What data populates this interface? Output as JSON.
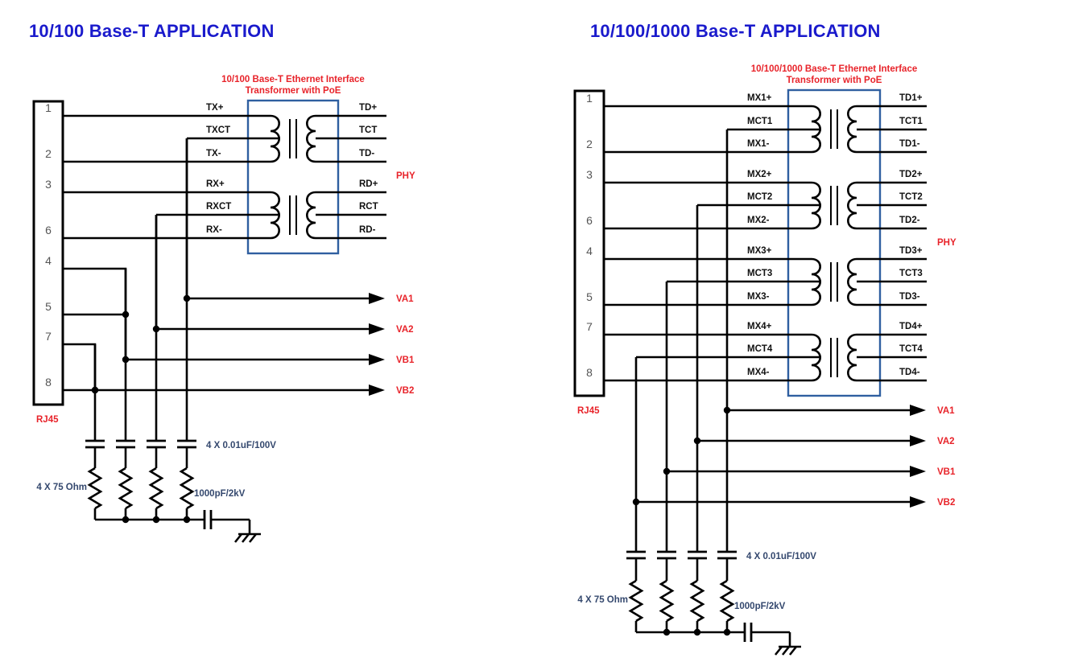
{
  "left": {
    "title": "10/100  Base-T  APPLICATION",
    "transformer_title": [
      "10/100 Base-T Ethernet Interface",
      "Transformer with PoE"
    ],
    "connector_label": "RJ45",
    "phy_label": "PHY",
    "rj45_pins": [
      "1",
      "2",
      "3",
      "6",
      "4",
      "5",
      "7",
      "8"
    ],
    "line_side_labels": [
      "TX+",
      "TXCT",
      "TX-",
      "RX+",
      "RXCT",
      "RX-"
    ],
    "phy_side_labels": [
      "TD+",
      "TCT",
      "TD-",
      "RD+",
      "RCT",
      "RD-"
    ],
    "outputs": [
      "VA1",
      "VA2",
      "VB1",
      "VB2"
    ],
    "cap_label": "4 X 0.01uF/100V",
    "res_label": "4 X 75 Ohm",
    "hv_cap_label": "1000pF/2kV"
  },
  "right": {
    "title": "10/100/1000  Base-T  APPLICATION",
    "transformer_title": [
      "10/100/1000 Base-T Ethernet Interface",
      "Transformer with PoE"
    ],
    "connector_label": "RJ45",
    "phy_label": "PHY",
    "rj45_pins": [
      "1",
      "2",
      "3",
      "6",
      "4",
      "5",
      "7",
      "8"
    ],
    "line_side_labels": [
      "MX1+",
      "MCT1",
      "MX1-",
      "MX2+",
      "MCT2",
      "MX2-",
      "MX3+",
      "MCT3",
      "MX3-",
      "MX4+",
      "MCT4",
      "MX4-"
    ],
    "phy_side_labels": [
      "TD1+",
      "TCT1",
      "TD1-",
      "TD2+",
      "TCT2",
      "TD2-",
      "TD3+",
      "TCT3",
      "TD3-",
      "TD4+",
      "TCT4",
      "TD4-"
    ],
    "outputs": [
      "VA1",
      "VA2",
      "VB1",
      "VB2"
    ],
    "cap_label": "4 X 0.01uF/100V",
    "res_label": "4 X 75 Ohm",
    "hv_cap_label": "1000pF/2kV"
  },
  "colors": {
    "title": "#1a1acc",
    "accent_red": "#e8232a",
    "note_navy": "#34486e",
    "transformer_box": "#2f5fa0"
  }
}
